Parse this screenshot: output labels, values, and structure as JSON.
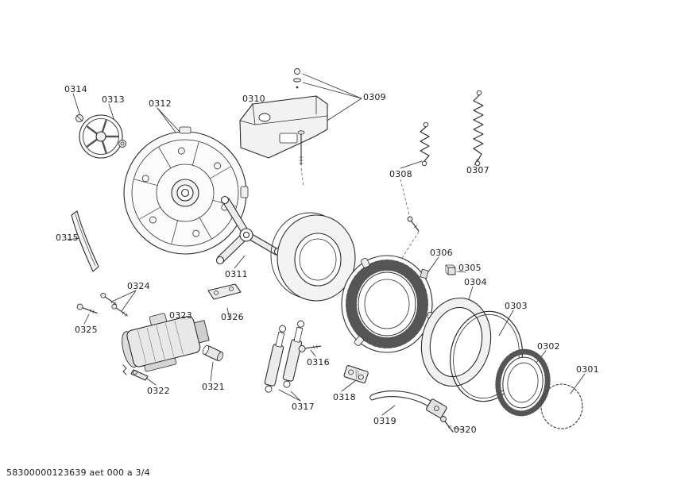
{
  "colors": {
    "line": "#2b2b2b",
    "background": "#ffffff"
  },
  "footer": {
    "text": "58300000123639 aet 000 a 3/4"
  },
  "labels": [
    {
      "text": "0314"
    },
    {
      "text": "0313"
    },
    {
      "text": "0312"
    },
    {
      "text": "0310"
    },
    {
      "text": "0309"
    },
    {
      "text": "0308"
    },
    {
      "text": "0307"
    },
    {
      "text": "0315"
    },
    {
      "text": "0311"
    },
    {
      "text": "0306"
    },
    {
      "text": "0305"
    },
    {
      "text": "0304"
    },
    {
      "text": "0303"
    },
    {
      "text": "0302"
    },
    {
      "text": "0301"
    },
    {
      "text": "0324"
    },
    {
      "text": "0325"
    },
    {
      "text": "0323"
    },
    {
      "text": "0326"
    },
    {
      "text": "0316"
    },
    {
      "text": "0322"
    },
    {
      "text": "0321"
    },
    {
      "text": "0317"
    },
    {
      "text": "0318"
    },
    {
      "text": "0319"
    },
    {
      "text": "0320"
    }
  ]
}
